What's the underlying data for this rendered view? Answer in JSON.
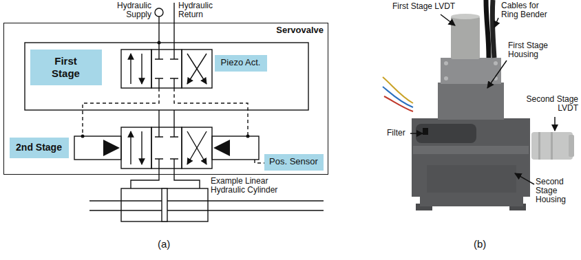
{
  "diagram": {
    "nodes": [
      {
        "text": [
          "Servovalve"
        ]
      },
      {
        "text": [
          "First Stage"
        ],
        "in": 0
      },
      {
        "text": [
          "Piezo Act."
        ],
        "in": 0
      },
      {
        "text": [
          "2nd Stage"
        ],
        "in": 0
      },
      {
        "text": [
          "Pos. Sensor"
        ],
        "in": 0
      }
    ],
    "labels": [
      "Hydraulic Supply",
      "Hydraulic Return",
      "Example Linear Hydraulic Cylinder",
      "(a)",
      "First Stage LVDT",
      "Cables for Ring Bender",
      "First Stage Housing",
      "Filter",
      "Second Stage LVDT",
      "Second Stage Housing",
      "(b)"
    ]
  }
}
